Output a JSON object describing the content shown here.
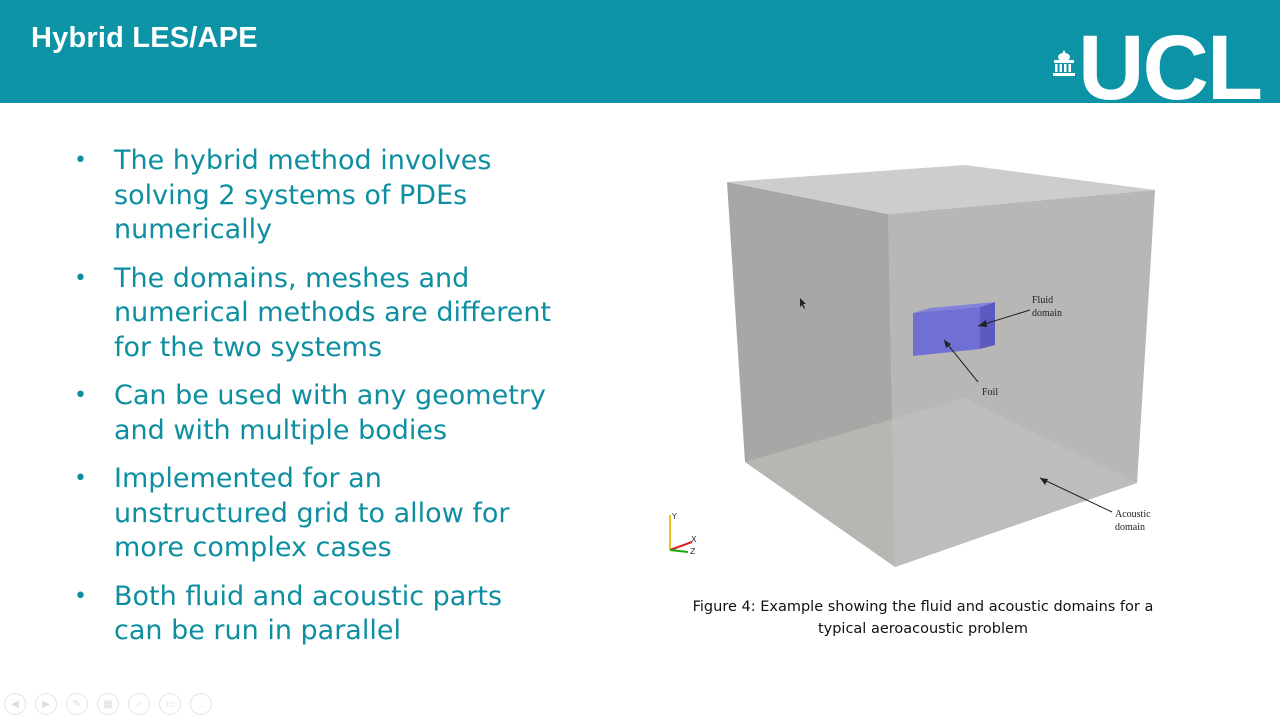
{
  "slide": {
    "title": "Hybrid LES/APE",
    "logo": "UCL"
  },
  "bullets": [
    {
      "lines": [
        "The hybrid method involves",
        "solving 2 systems of PDEs",
        "numerically"
      ]
    },
    {
      "lines": [
        "The domains, meshes and",
        "numerical methods are different",
        "for the two systems"
      ]
    },
    {
      "lines": [
        "Can be used with any geometry",
        "and with multiple bodies"
      ]
    },
    {
      "lines": [
        "Implemented for an",
        "unstructured grid to allow for",
        "more complex cases"
      ]
    },
    {
      "lines": [
        "Both fluid and acoustic parts",
        "can be run in parallel"
      ]
    }
  ],
  "figure": {
    "labels": {
      "fluid_1": "Fluid",
      "fluid_2": "domain",
      "foil": "Foil",
      "acoustic_1": "Acoustic",
      "acoustic_2": "domain",
      "axis_y": "Y",
      "axis_x": "X",
      "axis_z": "Z"
    },
    "caption_lines": [
      "Figure 4: Example showing the fluid and acoustic domains for a",
      "typical aeroacoustic problem"
    ]
  },
  "colors": {
    "header": "#0c93a6",
    "bullet_text": "#0e8fa1",
    "fluid_domain": "#6f6fd4"
  },
  "toolbar": {
    "icons": [
      "prev-icon",
      "next-icon",
      "pen-icon",
      "slides-icon",
      "zoom-icon",
      "subtitles-icon",
      "more-icon"
    ]
  }
}
